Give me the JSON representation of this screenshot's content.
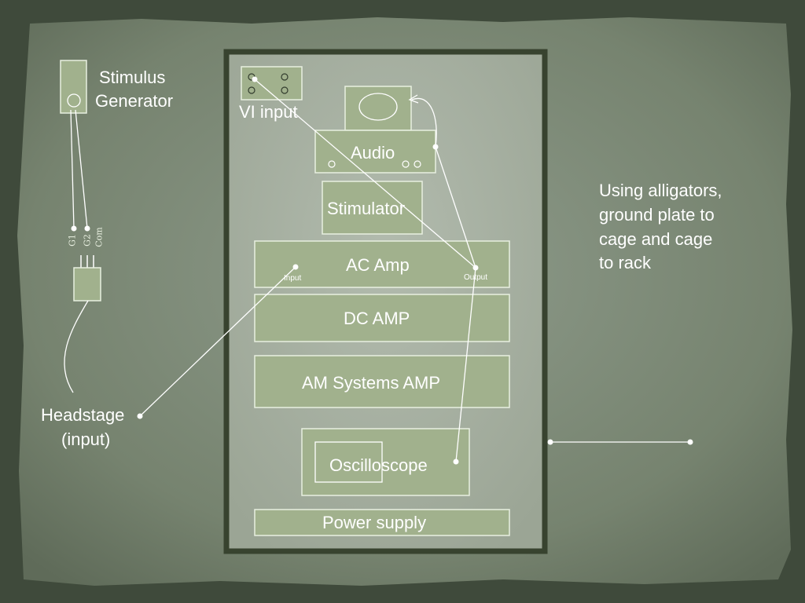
{
  "stimulus_generator": {
    "label_line1": "Stimulus",
    "label_line2": "Generator"
  },
  "electrode_pins": [
    "G1",
    "G2",
    "Com"
  ],
  "headstage": {
    "label_line1": "Headstage",
    "label_line2": "(input)"
  },
  "rack": {
    "vi_input": "VI input",
    "audio": "Audio",
    "stimulator": "Stimulator",
    "ac_amp": {
      "title": "AC Amp",
      "input": "Input",
      "output": "Output"
    },
    "dc_amp": "DC AMP",
    "am_systems_amp": "AM Systems AMP",
    "oscilloscope": "Oscilloscope",
    "power_supply": "Power supply"
  },
  "note": {
    "lines": [
      "Using alligators,",
      "ground plate to",
      "cage and cage",
      "to rack"
    ]
  },
  "colors": {
    "box_fill": "#a1b18d",
    "box_stroke": "#e8efe0",
    "rack_border": "#38432f",
    "rack_fill": "#a9b2a4",
    "wire": "#ffffff"
  }
}
